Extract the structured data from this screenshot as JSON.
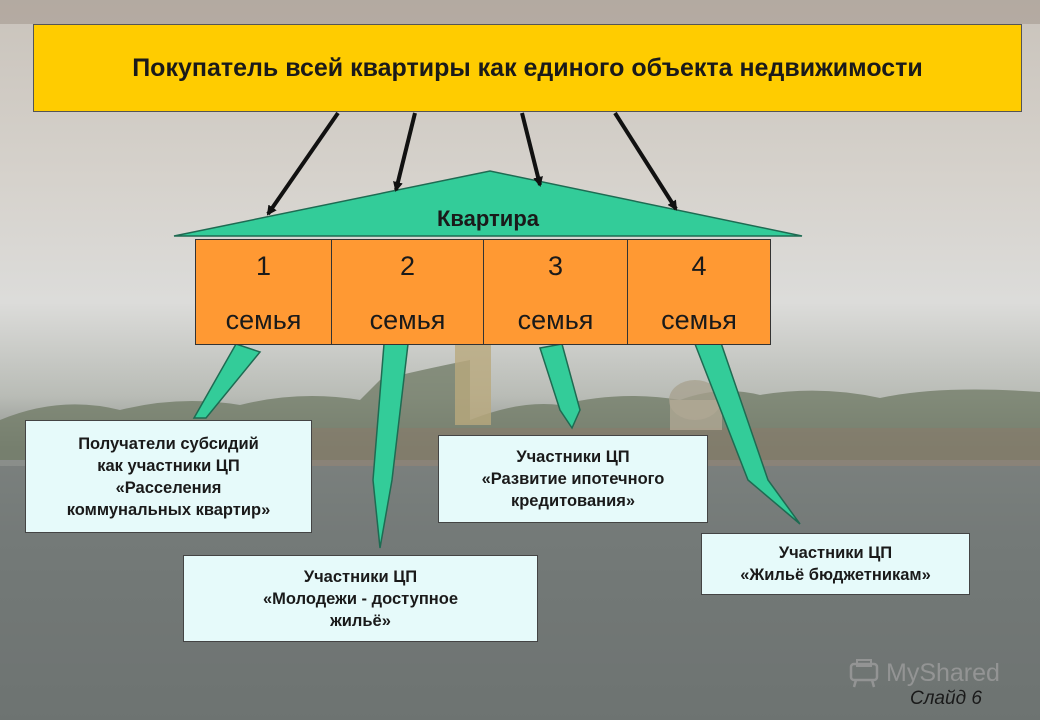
{
  "header": {
    "title": "Покупатель всей квартиры как единого объекта недвижимости"
  },
  "apartment": {
    "label": "Квартира",
    "families": [
      {
        "number": "1",
        "word": "семья"
      },
      {
        "number": "2",
        "word": "семья"
      },
      {
        "number": "3",
        "word": "семья"
      },
      {
        "number": "4",
        "word": "семья"
      }
    ]
  },
  "programs": [
    {
      "text": "Получатели субсидий\nкак участники ЦП\n«Расселения\nкоммунальных квартир»"
    },
    {
      "text": "Участники ЦП\n«Молодежи - доступное\nжильё»"
    },
    {
      "text": "Участники ЦП\n«Развитие ипотечного\nкредитования»"
    },
    {
      "text": "Участники ЦП\n«Жильё бюджетникам»"
    }
  ],
  "footer": {
    "slide": "Слайд 6",
    "watermark": "MyShared"
  },
  "colors": {
    "title_fill": "#ffcc00",
    "roof_fill": "#33cc99",
    "family_fill": "#ff9933",
    "callout_fill": "#33cc99",
    "box_fill": "#e6fafa"
  }
}
